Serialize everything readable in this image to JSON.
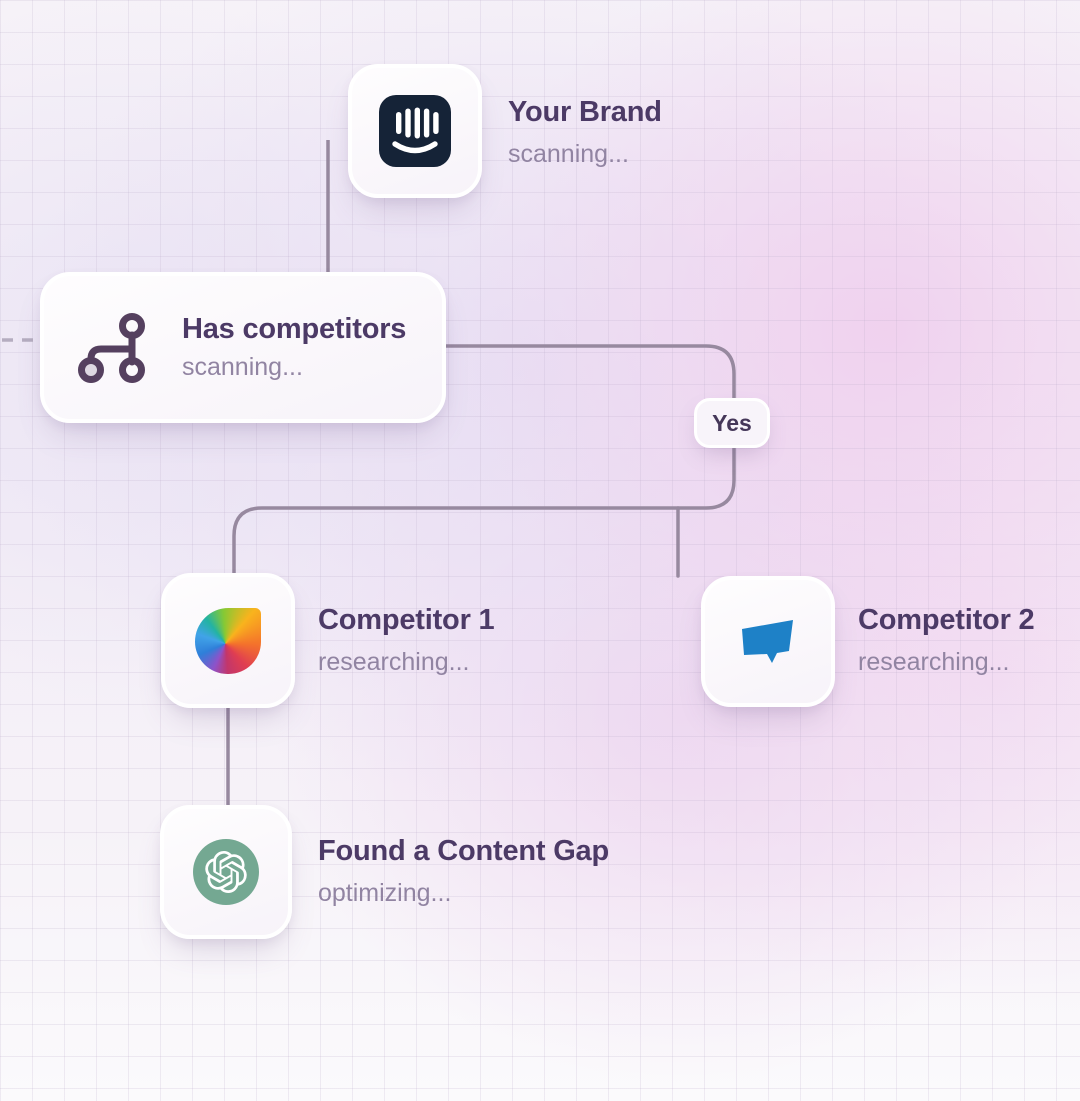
{
  "nodes": {
    "your_brand": {
      "title": "Your Brand",
      "status": "scanning...",
      "icon": "intercom-icon"
    },
    "has_competitors": {
      "title": "Has competitors",
      "status": "scanning...",
      "icon": "git-branch-icon"
    },
    "competitor_1": {
      "title": "Competitor 1",
      "status": "researching...",
      "icon": "freshworks-leaf-icon"
    },
    "competitor_2": {
      "title": "Competitor 2",
      "status": "researching...",
      "icon": "chat-bubble-icon"
    },
    "content_gap": {
      "title": "Found a Content Gap",
      "status": "optimizing...",
      "icon": "openai-icon"
    }
  },
  "edges": {
    "yes_label": "Yes"
  },
  "colors": {
    "title_text": "#4c3a66",
    "status_text": "#9184a2",
    "connector": "#97899f",
    "intercom_navy": "#152337",
    "openai_green": "#74a892",
    "chat_blue": "#1e81c7",
    "card_background": "#fcfafd",
    "background_lavender": "#f3edf7"
  }
}
